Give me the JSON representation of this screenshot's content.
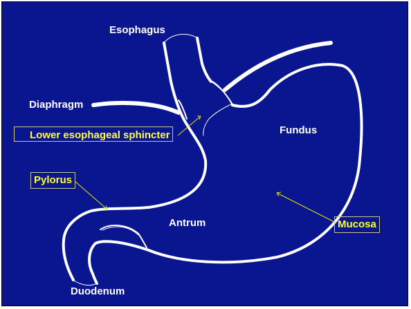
{
  "colors": {
    "background": "#0a1590",
    "outline": "#ffffff",
    "callout_text": "#ffff33",
    "callout_line": "#e6e600"
  },
  "labels": {
    "esophagus": "Esophagus",
    "diaphragm": "Diaphragm",
    "lower_esophageal_sphincter": "Lower esophageal sphincter",
    "fundus": "Fundus",
    "pylorus": "Pylorus",
    "antrum": "Antrum",
    "mucosa": "Mucosa",
    "duodenum": "Duodenum"
  }
}
